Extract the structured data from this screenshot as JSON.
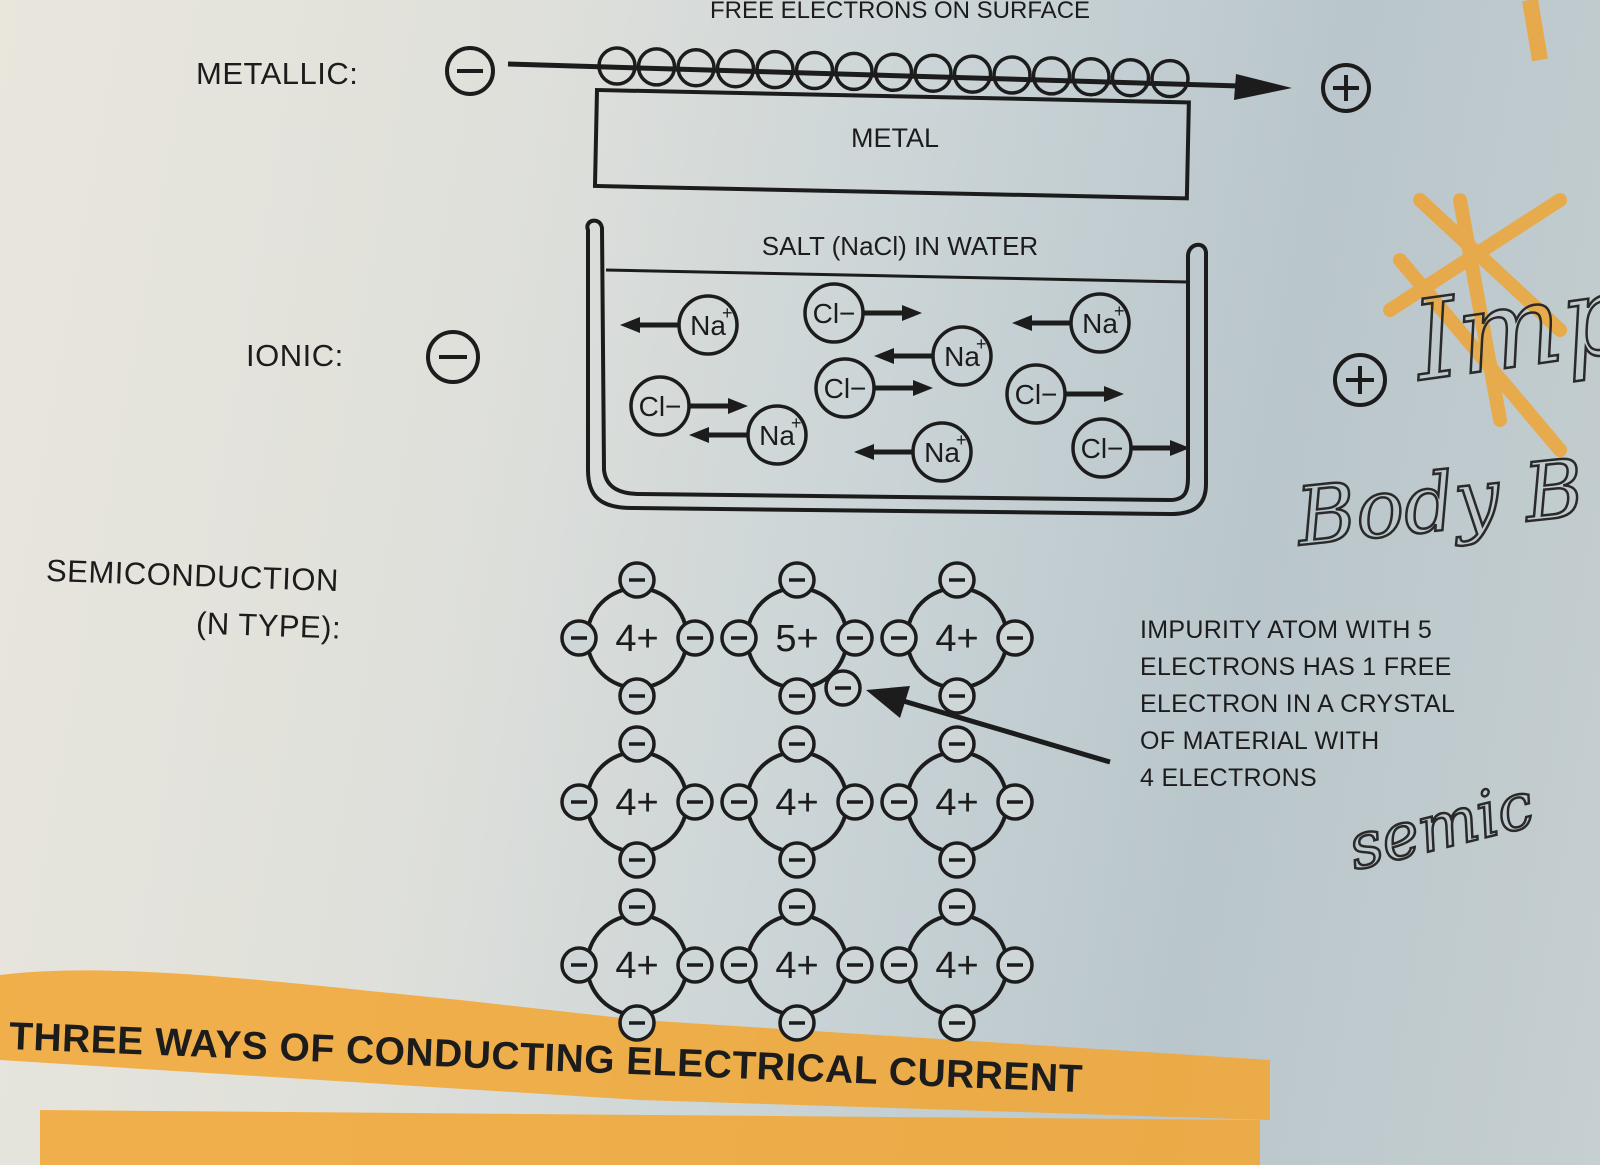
{
  "top_caption": "FREE ELECTRONS ON SURFACE",
  "metallic": {
    "label": "METALLIC:",
    "bar_label": "METAL",
    "neg_symbol": "−",
    "pos_symbol": "+"
  },
  "ionic": {
    "label": "IONIC:",
    "container_label": "SALT (NaCl) IN WATER",
    "sodium": "Na",
    "sodium_charge": "+",
    "chloride": "Cl−"
  },
  "semiconduction": {
    "label_line1": "SEMICONDUCTION",
    "label_line2": "(N TYPE):",
    "atoms": [
      [
        "4+",
        "5+",
        "4+"
      ],
      [
        "4+",
        "4+",
        "4+"
      ],
      [
        "4+",
        "4+",
        "4+"
      ]
    ],
    "note_lines": [
      "IMPURITY ATOM WITH 5",
      "ELECTRONS HAS 1 FREE",
      "ELECTRON IN A CRYSTAL",
      "OF MATERIAL WITH",
      "4 ELECTRONS"
    ]
  },
  "handwriting": {
    "word1": "Imp",
    "word2": "Body B",
    "word3": "semic"
  },
  "caption": "THREE WAYS OF CONDUCTING ELECTRICAL CURRENT",
  "colors": {
    "ink": "#1c1c1c",
    "highlight": "#f2a630",
    "paper": "#dfe0db"
  }
}
